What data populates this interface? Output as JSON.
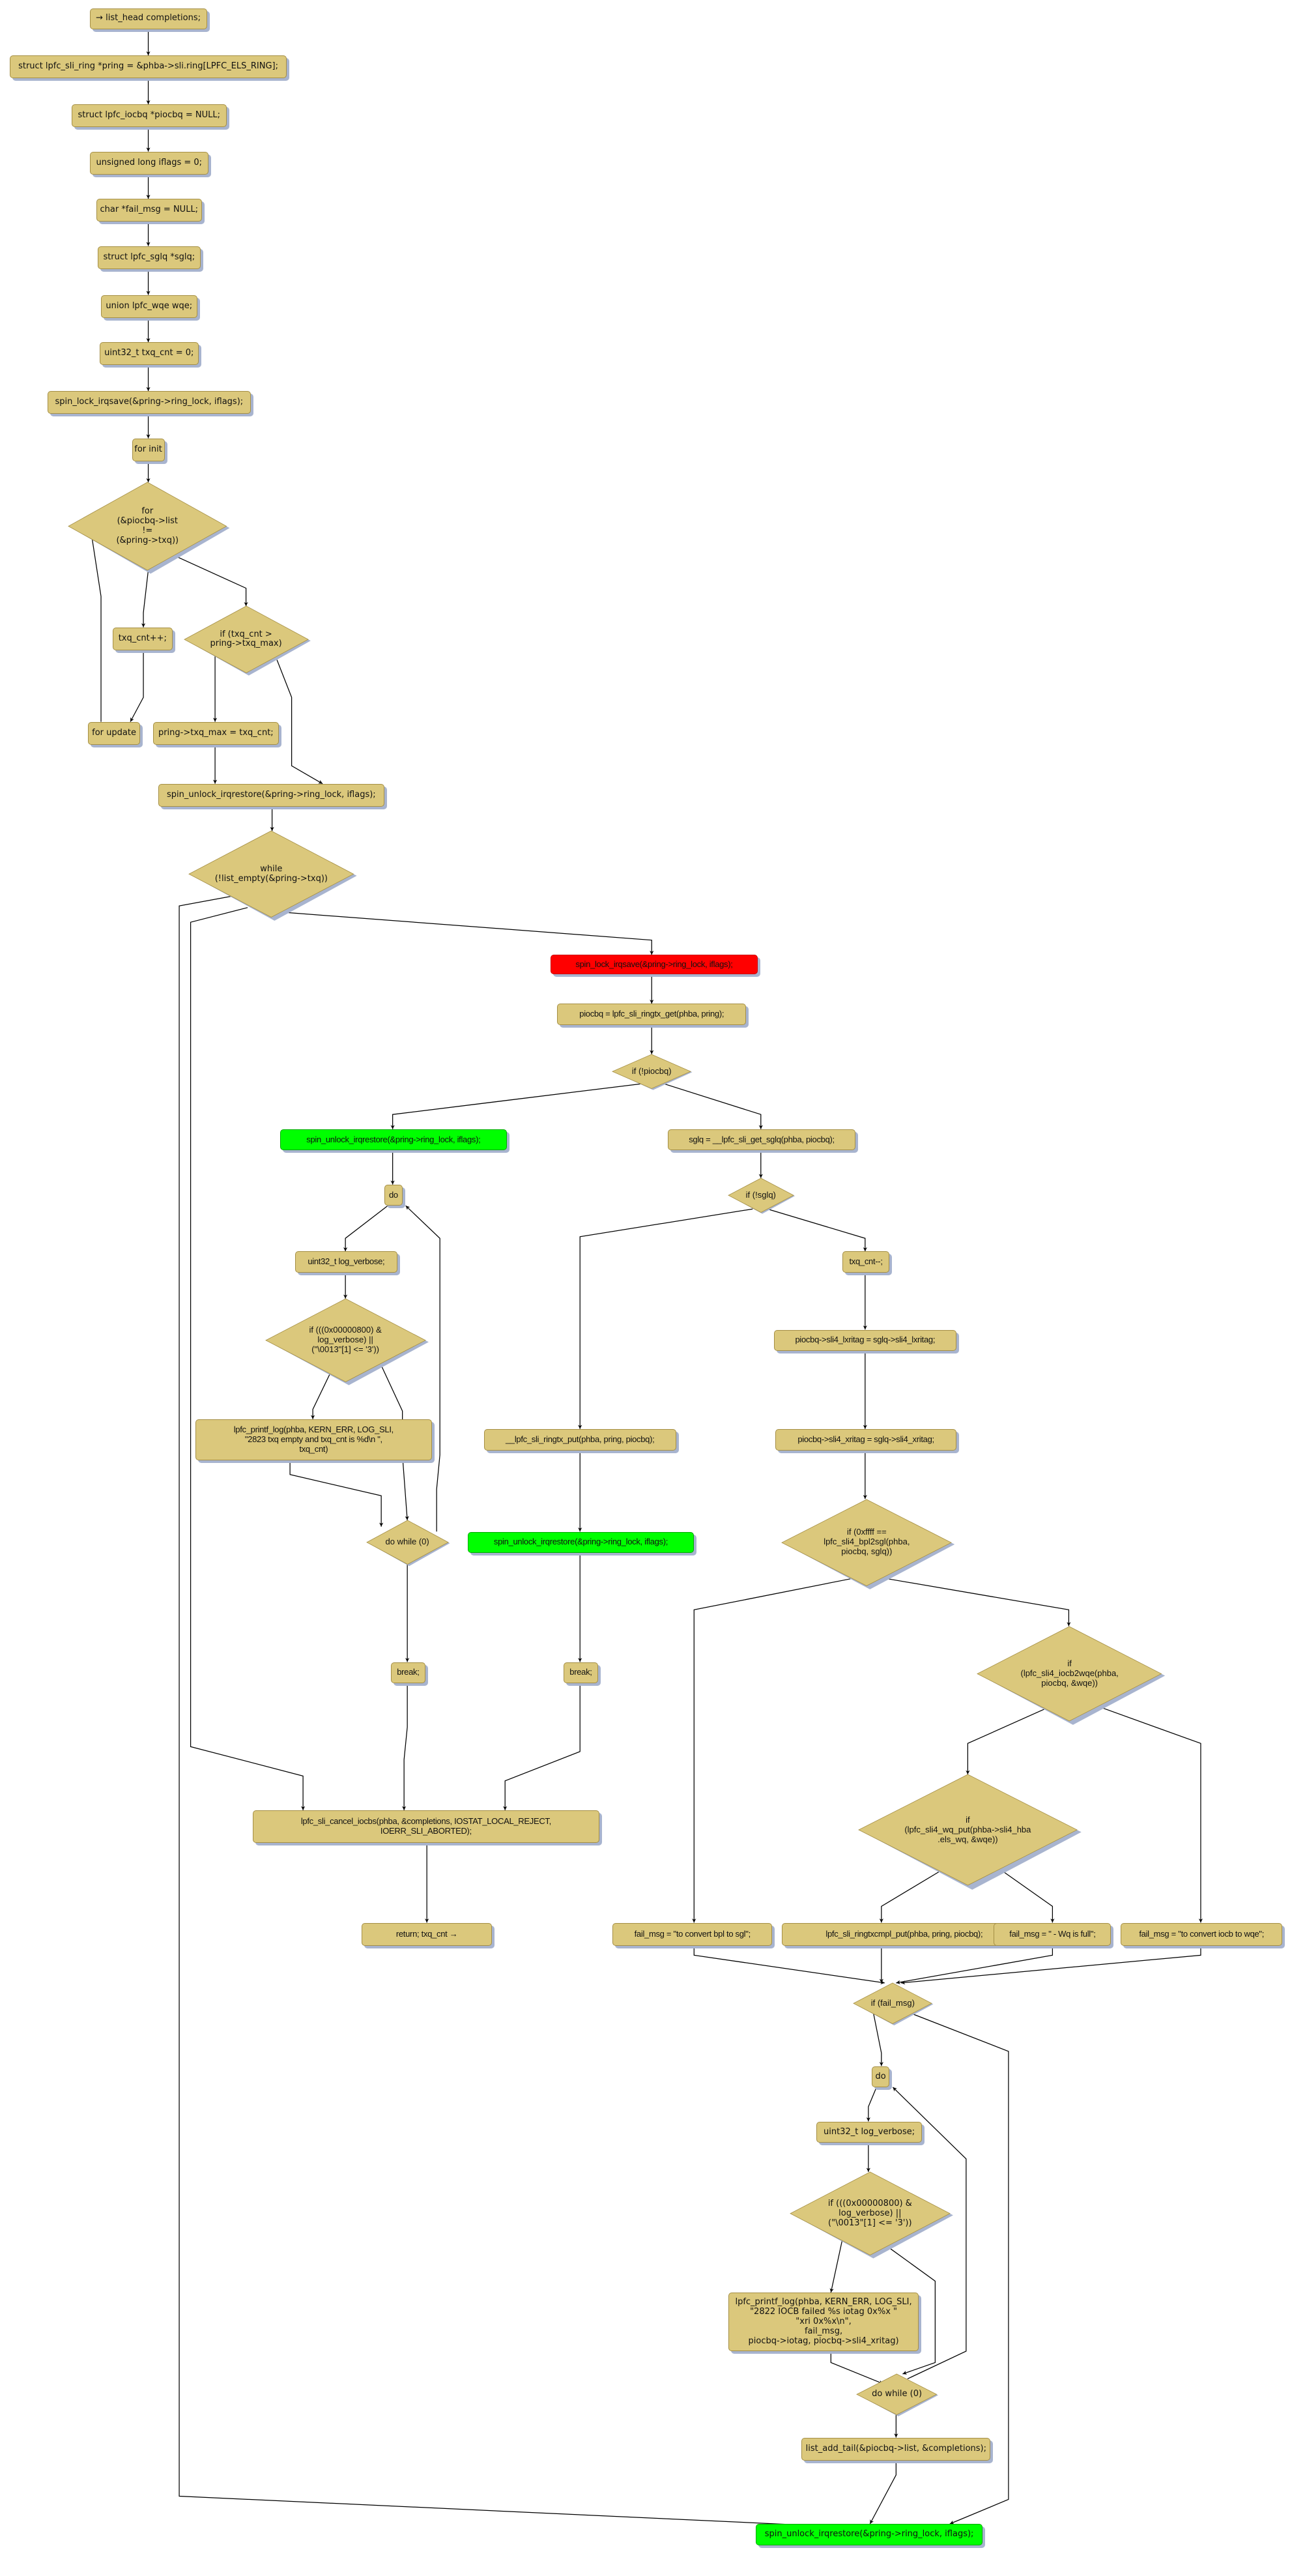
{
  "colors": {
    "node_fill": "#dbc87c",
    "highlight_red": "#ff0000",
    "highlight_green": "#00ff00",
    "shadow": "#a8b4cf"
  },
  "nodes": [
    {
      "text": "→ list_head completions;"
    },
    {
      "text": "struct lpfc_sli_ring *pring = &phba->sli.ring[LPFC_ELS_RING];"
    },
    {
      "text": "struct lpfc_iocbq *piocbq = NULL;"
    },
    {
      "text": "unsigned long iflags = 0;"
    },
    {
      "text": "char *fail_msg = NULL;"
    },
    {
      "text": "struct lpfc_sglq *sglq;"
    },
    {
      "text": "union lpfc_wqe wqe;"
    },
    {
      "text": "uint32_t txq_cnt = 0;"
    },
    {
      "text": "spin_lock_irqsave(&pring->ring_lock, iflags);"
    },
    {
      "text": "for init"
    },
    {
      "text": "for\n(&piocbq->list\n!=\n(&pring->txq))"
    },
    {
      "text": "txq_cnt++;"
    },
    {
      "text": "if (txq_cnt >\npring->txq_max)"
    },
    {
      "text": "for update"
    },
    {
      "text": "pring->txq_max = txq_cnt;"
    },
    {
      "text": "spin_unlock_irqrestore(&pring->ring_lock, iflags);"
    },
    {
      "text": "while\n(!list_empty(&pring->txq))"
    },
    {
      "text": "spin_lock_irqsave(&pring->ring_lock, iflags);",
      "highlight": "red"
    },
    {
      "text": "piocbq = lpfc_sli_ringtx_get(phba, pring);"
    },
    {
      "text": "if (!piocbq)"
    },
    {
      "text": "spin_unlock_irqrestore(&pring->ring_lock, iflags);",
      "highlight": "green"
    },
    {
      "text": "sglq = __lpfc_sli_get_sglq(phba, piocbq);"
    },
    {
      "text": "do"
    },
    {
      "text": "if (!sglq)"
    },
    {
      "text": "uint32_t log_verbose;"
    },
    {
      "text": "txq_cnt--;"
    },
    {
      "text": "if (((0x00000800) &\nlog_verbose) ||\n(\"\\0013\"[1] <= '3'))"
    },
    {
      "text": "piocbq->sli4_lxritag = sglq->sli4_lxritag;"
    },
    {
      "text": "lpfc_printf_log(phba, KERN_ERR, LOG_SLI,\n\"2823 txq empty and txq_cnt is %d\\n \",\ntxq_cnt)"
    },
    {
      "text": "__lpfc_sli_ringtx_put(phba, pring, piocbq);"
    },
    {
      "text": "piocbq->sli4_xritag = sglq->sli4_xritag;"
    },
    {
      "text": "do while (0)"
    },
    {
      "text": "spin_unlock_irqrestore(&pring->ring_lock, iflags);",
      "highlight": "green"
    },
    {
      "text": "if (0xffff ==\nlpfc_sli4_bpl2sgl(phba,\npiocbq, sglq))"
    },
    {
      "text": "if\n(lpfc_sli4_iocb2wqe(phba,\npiocbq, &wqe))"
    },
    {
      "text": "break;"
    },
    {
      "text": "break;"
    },
    {
      "text": "lpfc_sli_cancel_iocbs(phba, &completions, IOSTAT_LOCAL_REJECT,\nIOERR_SLI_ABORTED);"
    },
    {
      "text": "if\n(lpfc_sli4_wq_put(phba->sli4_hba\n.els_wq, &wqe))"
    },
    {
      "text": "return; txq_cnt →"
    },
    {
      "text": "fail_msg = \"to convert bpl to sgl\";"
    },
    {
      "text": "lpfc_sli_ringtxcmpl_put(phba, pring, piocbq);"
    },
    {
      "text": "fail_msg = \" - Wq is full\";"
    },
    {
      "text": "fail_msg = \"to convert iocb to wqe\";"
    },
    {
      "text": "if (fail_msg)"
    },
    {
      "text": "do"
    },
    {
      "text": "uint32_t log_verbose;"
    },
    {
      "text": "if (((0x00000800) &\nlog_verbose) ||\n(\"\\0013\"[1] <= '3'))"
    },
    {
      "text": "lpfc_printf_log(phba, KERN_ERR, LOG_SLI,\n\"2822 IOCB failed %s iotag 0x%x \"\n\"xri 0x%x\\n\",\nfail_msg,\npiocbq->iotag, piocbq->sli4_xritag)"
    },
    {
      "text": "do while (0)"
    },
    {
      "text": "list_add_tail(&piocbq->list, &completions);"
    },
    {
      "text": "spin_unlock_irqrestore(&pring->ring_lock, iflags);",
      "highlight": "green"
    }
  ]
}
